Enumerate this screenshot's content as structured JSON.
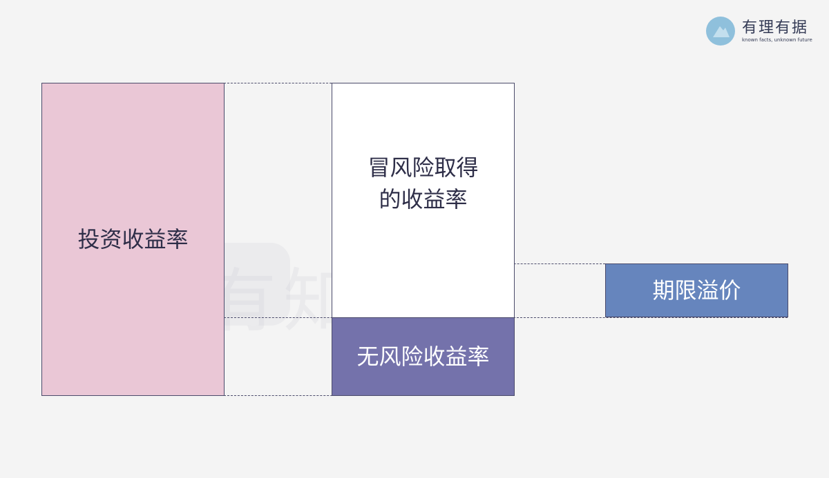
{
  "logo": {
    "title": "有理有据",
    "subtitle": "known facts, unknown future"
  },
  "watermark": "有知有行",
  "boxes": {
    "investment_return": "投资收益率",
    "risk_return_line1": "冒风险取得",
    "risk_return_line2": "的收益率",
    "risk_free": "无风险收益率",
    "term_premium": "期限溢价"
  },
  "colors": {
    "investment": "#eac7d6",
    "risk": "#ffffff",
    "risk_free": "#7472ab",
    "term": "#6685bd",
    "border": "#4a4a6a"
  }
}
